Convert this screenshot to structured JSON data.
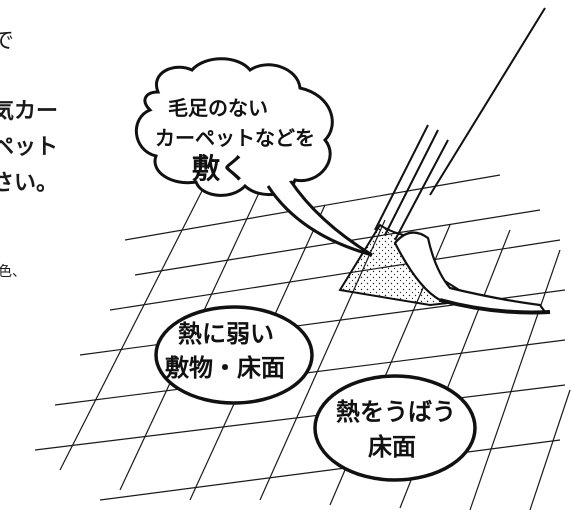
{
  "left_text": {
    "line1": "で",
    "line2": "気カー",
    "line3": "ペット",
    "line4": "さい。",
    "line5": "色、"
  },
  "callout": {
    "line1": "毛足のない",
    "line2": "カーペットなどを",
    "line3": "敷く"
  },
  "label_weak": {
    "line1": "熱に弱い",
    "line2": "敷物・床面"
  },
  "label_shield": {
    "line1": "熱をうばう",
    "line2": "床面"
  },
  "colors": {
    "ink": "#111111",
    "background": "#ffffff"
  }
}
